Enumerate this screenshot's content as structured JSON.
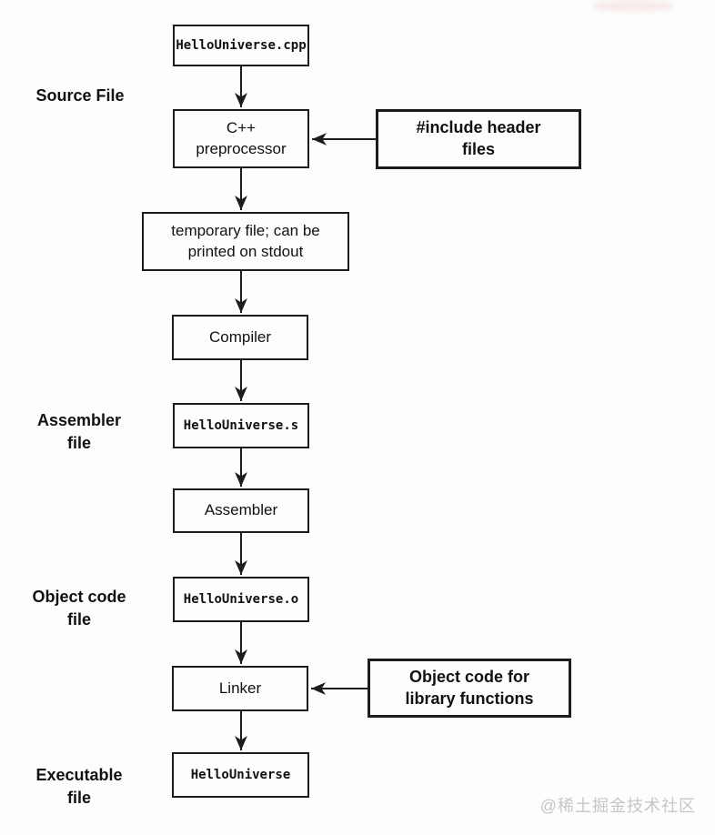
{
  "nodes": {
    "source_cpp": {
      "label": "HelloUniverse.cpp"
    },
    "preprocessor": {
      "label": "C++\npreprocessor"
    },
    "temp_file": {
      "label": "temporary file; can be\nprinted on stdout"
    },
    "compiler": {
      "label": "Compiler"
    },
    "asm_file": {
      "label": "HelloUniverse.s"
    },
    "assembler": {
      "label": "Assembler"
    },
    "obj_file": {
      "label": "HelloUniverse.o"
    },
    "linker": {
      "label": "Linker"
    },
    "exe_file": {
      "label": "HelloUniverse"
    },
    "include_headers": {
      "label": "#include header\nfiles"
    },
    "library_objects": {
      "label": "Object code for\nlibrary functions"
    }
  },
  "stage_labels": {
    "source": "Source File",
    "assembler": "Assembler\nfile",
    "object": "Object code\nfile",
    "executable": "Executable\nfile"
  },
  "edges": [
    {
      "from": "source_cpp",
      "to": "preprocessor"
    },
    {
      "from": "include_headers",
      "to": "preprocessor"
    },
    {
      "from": "preprocessor",
      "to": "temp_file"
    },
    {
      "from": "temp_file",
      "to": "compiler"
    },
    {
      "from": "compiler",
      "to": "asm_file"
    },
    {
      "from": "asm_file",
      "to": "assembler"
    },
    {
      "from": "assembler",
      "to": "obj_file"
    },
    {
      "from": "obj_file",
      "to": "linker"
    },
    {
      "from": "library_objects",
      "to": "linker"
    },
    {
      "from": "linker",
      "to": "exe_file"
    }
  ],
  "watermark": {
    "text": "@稀土掘金技术社区"
  },
  "colors": {
    "line": "#1c1c1c",
    "text": "#111111",
    "background": "#fdfdfd",
    "watermark_text": "#c6c6c6"
  }
}
